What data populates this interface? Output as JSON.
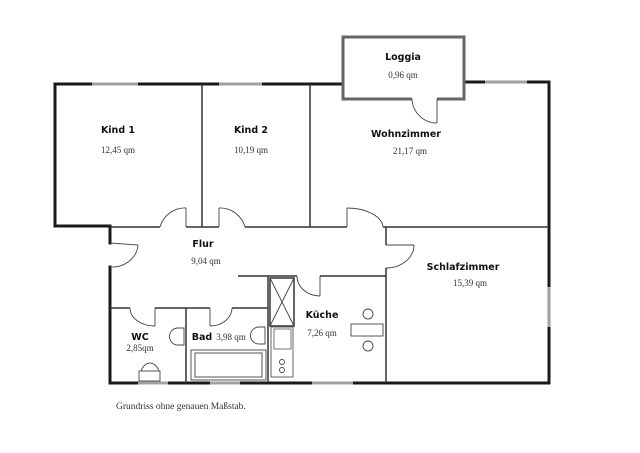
{
  "rooms": {
    "loggia": {
      "name": "Loggia",
      "area": "0,96 qm"
    },
    "kind1": {
      "name": "Kind 1",
      "area": "12,45 qm"
    },
    "kind2": {
      "name": "Kind 2",
      "area": "10,19 qm"
    },
    "wohnzimmer": {
      "name": "Wohnzimmer",
      "area": "21,17 qm"
    },
    "flur": {
      "name": "Flur",
      "area": "9,04 qm"
    },
    "schlafzimmer": {
      "name": "Schlafzimmer",
      "area": "15,39 qm"
    },
    "kueche": {
      "name": "Küche",
      "area": "7,26 qm"
    },
    "wc": {
      "name": "WC",
      "area": "2,85qm"
    },
    "bad": {
      "name": "Bad",
      "area": "3,98 qm"
    }
  },
  "caption": "Grundriss ohne genauen Maßstab.",
  "colors": {
    "wall": "#1a1a1a",
    "window": "#a0a0a0",
    "loggia_wall": "#666666"
  }
}
